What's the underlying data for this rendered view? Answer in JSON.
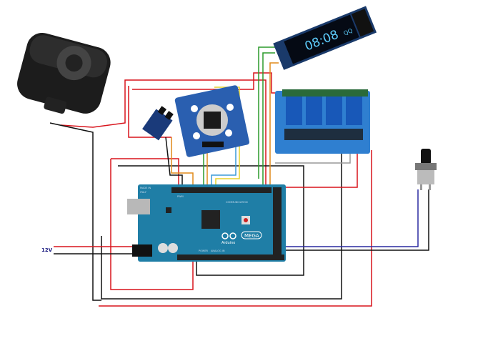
{
  "power_label": "12V",
  "arduino": {
    "made_in": "MADE IN",
    "italy": "ITALY",
    "communication": "COMMUNICATION",
    "brand": "Arduino",
    "model": "MEGA",
    "power": "POWER",
    "analog_in": "ANALOG IN",
    "pwm": "PWM",
    "board_color": "#1f7ea6"
  },
  "oled": {
    "time": "08:08",
    "extra": "QQ"
  },
  "colors": {
    "wire_red": "#d8141c",
    "wire_black": "#111111",
    "relay_board": "#2f7fd0",
    "power_wire_blue": "#2a2aa0"
  }
}
